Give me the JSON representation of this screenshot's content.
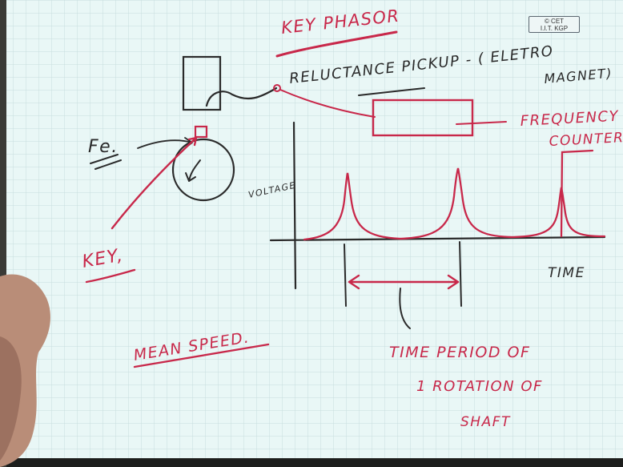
{
  "title": "KEY PHASOR",
  "badge": {
    "line1": "© CET",
    "line2": "I.I.T. KGP"
  },
  "labels": {
    "pickup_line1": "RELUCTANCE PICKUP - ( ELETRO",
    "pickup_line2": "MAGNET)",
    "counter_line1": "FREQUENCY",
    "counter_line2": "COUNTER",
    "fe": "Fe.",
    "key": "KEY,",
    "voltage": "VOLTAGE",
    "time": "TIME",
    "period_line1": "TIME PERIOD OF",
    "period_line2": "1 ROTATION OF",
    "period_line3": "SHAFT",
    "mean_speed": "MEAN SPEED."
  },
  "colors": {
    "ink_red": "#c8284a",
    "ink_dark": "#2a2a2a",
    "paper": "#e9f7f6",
    "grid": "#c6dedd"
  }
}
